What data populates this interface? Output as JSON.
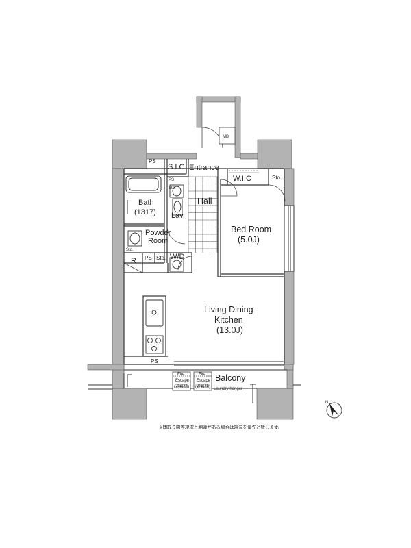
{
  "rooms": {
    "ps_top": "PS",
    "sic": "S.I.C",
    "entrance": "Entrance",
    "mb": "MB",
    "wic": "W.I.C",
    "sto_wic": "Sto.",
    "ps_bath": "PS",
    "sto_bath": "Sto.",
    "bath_name": "Bath",
    "bath_size": "(1317)",
    "lav": "Lav.",
    "hall": "Hall",
    "bedroom_name": "Bed Room",
    "bedroom_size": "(5.0J)",
    "powder_1": "Powder",
    "powder_2": "Room",
    "sto_powder": "Sto.",
    "ps_mid": "PS",
    "sto_mid": "Sto.",
    "wd": "W/D",
    "r": "R",
    "ldk_1": "Living Dining",
    "ldk_2": "Kitchen",
    "ldk_3": "(13.0J)",
    "ps_bottom": "PS",
    "balcony": "Balcony",
    "laundry": "Laundry hanger",
    "fire1_a": "Fire",
    "fire1_b": "Escape",
    "fire1_c": "(避難梯)",
    "fire2_a": "Fire",
    "fire2_b": "Escape",
    "fire2_c": "(避難梯)"
  },
  "compass": {
    "label": "N"
  },
  "note": "※間取り図等現況と相違がある場合は現況を優先と致します。",
  "colors": {
    "wall": "#b3b3b3",
    "line": "#333333",
    "background": "#ffffff"
  }
}
